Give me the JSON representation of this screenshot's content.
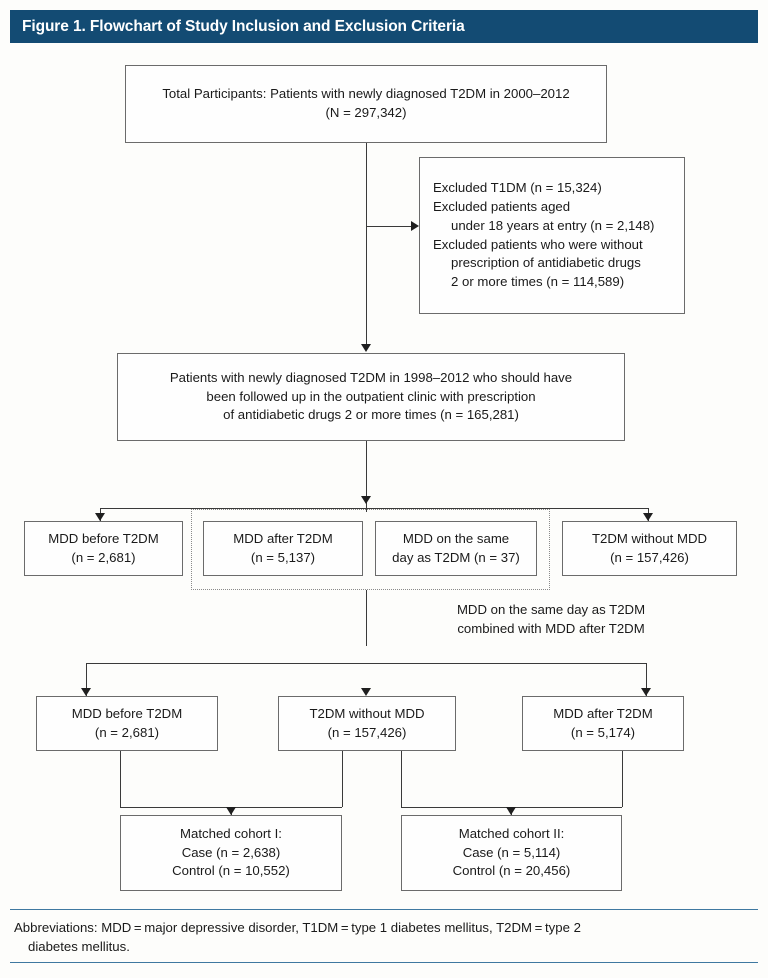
{
  "figure": {
    "title": "Figure 1. Flowchart of Study Inclusion and Exclusion Criteria",
    "title_bar_color": "#134b73",
    "rule_color": "#3f78a0"
  },
  "nodes": {
    "total_participants": {
      "line1": "Total Participants: Patients with newly diagnosed T2DM in 2000–2012",
      "line2": "(N = 297,342)"
    },
    "excluded": {
      "line1": "Excluded T1DM (n = 15,324)",
      "line2": "Excluded patients aged",
      "line3": "under 18 years at entry (n = 2,148)",
      "line4": "Excluded patients who were without",
      "line5": "prescription of antidiabetic drugs",
      "line6": "2 or more times (n = 114,589)"
    },
    "included": {
      "line1": "Patients with newly diagnosed T2DM in 1998–2012 who should have",
      "line2": "been followed up in the outpatient clinic with prescription",
      "line3": "of antidiabetic drugs 2 or more times (n = 165,281)"
    },
    "mdd_before_t2dm_a": {
      "line1": "MDD before T2DM",
      "line2": "(n = 2,681)"
    },
    "mdd_after_t2dm_a": {
      "line1": "MDD after T2DM",
      "line2": "(n = 5,137)"
    },
    "mdd_same_day": {
      "line1": "MDD on the same",
      "line2": "day as T2DM (n = 37)"
    },
    "t2dm_without_mdd_a": {
      "line1": "T2DM without MDD",
      "line2": "(n = 157,426)"
    },
    "combine_note": {
      "line1": "MDD on the same day as T2DM",
      "line2": "combined with MDD after T2DM"
    },
    "mdd_before_t2dm_b": {
      "line1": "MDD before T2DM",
      "line2": "(n = 2,681)"
    },
    "t2dm_without_mdd_b": {
      "line1": "T2DM without MDD",
      "line2": "(n = 157,426)"
    },
    "mdd_after_t2dm_b": {
      "line1": "MDD after T2DM",
      "line2": "(n = 5,174)"
    },
    "matched_cohort_1": {
      "line1": "Matched cohort I:",
      "line2": "Case (n = 2,638)",
      "line3": "Control (n = 10,552)"
    },
    "matched_cohort_2": {
      "line1": "Matched cohort II:",
      "line2": "Case (n = 5,114)",
      "line3": "Control (n = 20,456)"
    }
  },
  "footnote": {
    "line1": "Abbreviations: MDD = major depressive disorder, T1DM = type 1 diabetes mellitus, T2DM = type 2",
    "line2": "diabetes mellitus."
  }
}
